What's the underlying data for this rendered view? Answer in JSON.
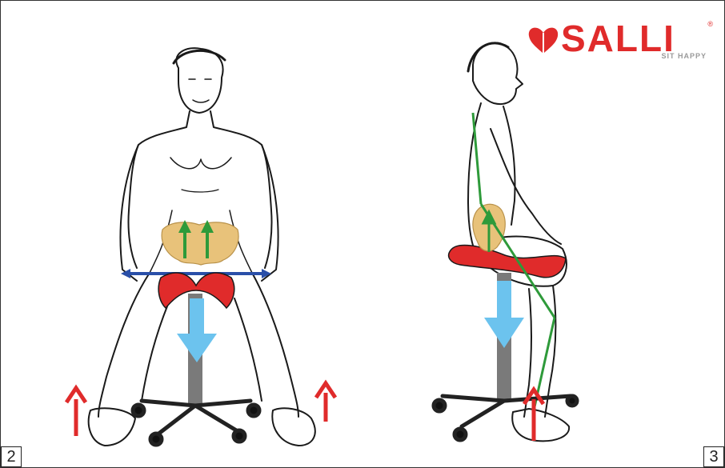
{
  "brand": {
    "name": "SALLI",
    "tagline": "SIT HAPPY",
    "registered_mark": "®",
    "color": "#e02b2b"
  },
  "panels": [
    {
      "page_number": "2"
    },
    {
      "page_number": "3"
    }
  ],
  "colors": {
    "seat": "#e02b2b",
    "pelvis": "#e8c27a",
    "down_arrow": "#6cc3ee",
    "up_arrow": "#e02b2b",
    "pelvis_arrow": "#2e9a3a",
    "spine_line": "#2e9a3a",
    "level_line": "#2a4fa8"
  }
}
